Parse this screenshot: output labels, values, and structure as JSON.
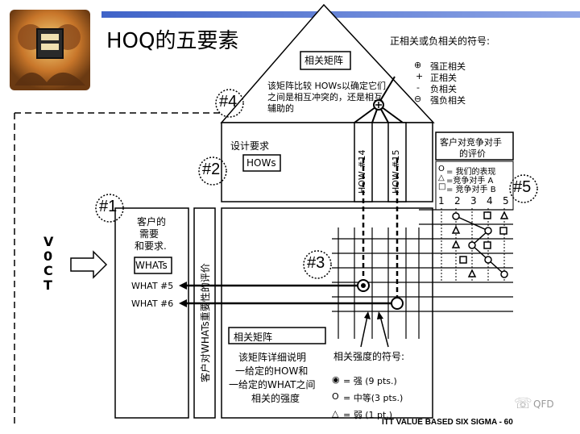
{
  "slide": {
    "title": "HOQ的五要素",
    "footer": "ITT VALUE BASED SIX SIGMA - 60",
    "watermark": "QFD"
  },
  "roof": {
    "box_label": "相关矩阵",
    "desc_line1": "该矩阵比较 HOWs以确定它们",
    "desc_line2": "之间是相互冲突的，还是相互",
    "desc_line3": "辅助的",
    "marker": "#4"
  },
  "symbols": {
    "title": "正相关或负相关的符号:",
    "items": [
      {
        "glyph": "⊕",
        "label": "强正相关"
      },
      {
        "glyph": "+",
        "label": "正相关"
      },
      {
        "glyph": "-",
        "label": "负相关"
      },
      {
        "glyph": "⊖",
        "label": "强负相关"
      }
    ]
  },
  "design": {
    "label": "设计要求",
    "hows_box": "HOWs",
    "marker": "#2",
    "how_columns": [
      "HOW #14",
      "HOW #15"
    ]
  },
  "customer": {
    "marker": "#1",
    "line1": "客户的",
    "line2": "需要",
    "line3": "和要求.",
    "whats_box": "WHATs",
    "what_items": [
      "WHAT #5",
      "WHAT #6"
    ],
    "importance_label": "客户对WHATs重要性的评价"
  },
  "voc": {
    "letters": [
      "V",
      "0",
      "C",
      "T"
    ]
  },
  "relationship": {
    "marker": "#3",
    "box_label": "相关矩阵",
    "desc_line1": "该矩阵详细说明",
    "desc_line2": "一给定的HOW和",
    "desc_line3": "一给定的WHAT之间",
    "desc_line4": "相关的强度",
    "strength_title": "相关强度的符号:",
    "strengths": [
      {
        "glyph": "◉",
        "label": "= 强 (9 pts.)"
      },
      {
        "glyph": "O",
        "label": "= 中等(3 pts.)"
      },
      {
        "glyph": "△",
        "label": "= 弱 (1 pt.)"
      }
    ]
  },
  "competitive": {
    "marker": "#5",
    "box_line1": "客户对竞争对手",
    "box_line2": "的评价",
    "legend": [
      {
        "glyph": "O",
        "label": "= 我们的表现"
      },
      {
        "glyph": "△",
        "label": "=竞争对手 A"
      },
      {
        "glyph": "□",
        "label": "= 竞争对手 B"
      }
    ],
    "scale": [
      "1",
      "2",
      "3",
      "4",
      "5"
    ]
  }
}
